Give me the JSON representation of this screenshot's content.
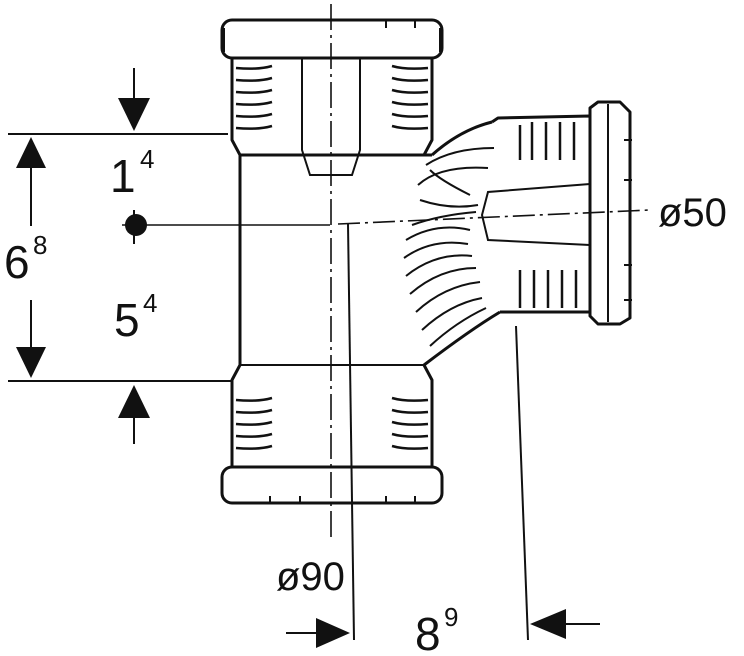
{
  "colors": {
    "ink": "#111111",
    "paper": "#ffffff"
  },
  "labels": {
    "dim_top": {
      "main": "1",
      "sup": "4"
    },
    "dim_total": {
      "main": "6",
      "sup": "8"
    },
    "dim_bottom": {
      "main": "5",
      "sup": "4"
    },
    "dim_offset": {
      "main": "8",
      "sup": "9"
    },
    "dia_main": "ø90",
    "dia_branch": "ø50"
  }
}
